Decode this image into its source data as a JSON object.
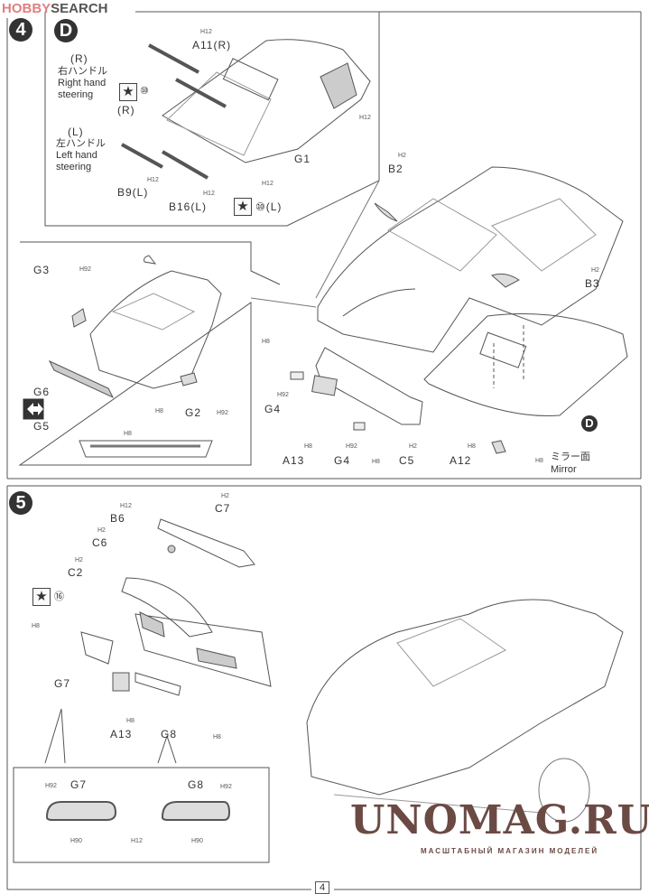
{
  "brand": {
    "part1": "HOBBY",
    "part2": "SEARCH"
  },
  "watermark": {
    "title": "UNOMAG.RU",
    "subtitle": "МАСШТАБНЫЙ МАГАЗИН МОДЕЛЕЙ"
  },
  "page_number": "4",
  "step4": {
    "number": "4",
    "inset_marker": "D",
    "right_hand": {
      "paren": "(R)",
      "jp": "右ハンドル",
      "line1": "Right hand",
      "line2": "steering",
      "decal": "⑩",
      "decal_side": "(R)"
    },
    "left_hand": {
      "paren": "(L)",
      "jp": "左ハンドル",
      "line1": "Left hand",
      "line2": "steering",
      "decal": "⑩(L)"
    },
    "parts": {
      "a11": "A11(R)",
      "b9": "B9(L)",
      "b16": "B16(L)",
      "g1": "G1",
      "b2": "B2",
      "b3": "B3",
      "g3": "G3",
      "g6": "G6",
      "g5": "G5",
      "g2": "G2",
      "g4a": "G4",
      "g4b": "G4",
      "a13": "A13",
      "c5": "C5",
      "a12": "A12",
      "mirror_jp": "ミラー面",
      "mirror": "Mirror",
      "d_marker": "D"
    },
    "paints": {
      "a11": "H12",
      "b9": "H12",
      "b16": "H12",
      "g1a": "H12",
      "g1b": "H12",
      "b2": "H2",
      "b3": "H2",
      "g3": "H92",
      "g2a": "H8",
      "g2b": "H92",
      "grille": "H8",
      "bumper": "H8",
      "g4a": "H92",
      "a13": "H8",
      "g4b": "H92",
      "bumper2": "H8",
      "c5": "H2",
      "a12": "H8",
      "mirror": "H8"
    }
  },
  "step5": {
    "number": "5",
    "decal": "⑯",
    "parts": {
      "b6": "B6",
      "c6": "C6",
      "c2": "C2",
      "c7": "C7",
      "g7": "G7",
      "a13": "A13",
      "g8": "G8",
      "inset_g7": "G7",
      "inset_g8": "G8"
    },
    "paints": {
      "b6": "H12",
      "c6": "H2",
      "c2": "H2",
      "c7": "H2",
      "lamp": "H8",
      "a13": "H8",
      "rear": "H8",
      "g7_top": "H92",
      "g7_bot": "H90",
      "mid": "H12",
      "g8_top": "H92",
      "g8_bot": "H90"
    }
  }
}
